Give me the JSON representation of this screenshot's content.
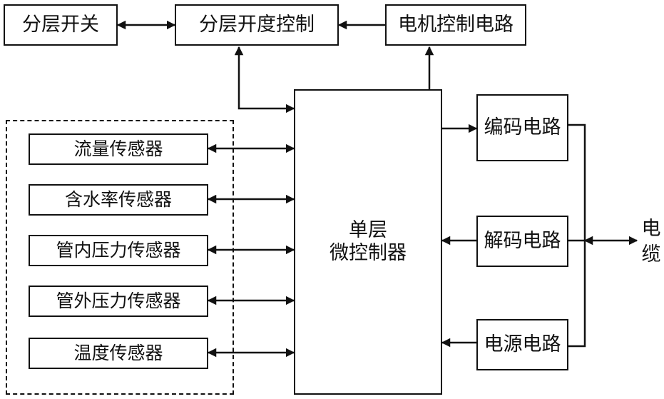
{
  "top": {
    "layer_switch": "分层开关",
    "layer_opening_control": "分层开度控制",
    "motor_control_circuit": "电机控制电路"
  },
  "sensors": {
    "flow": "流量传感器",
    "water_cut": "含水率传感器",
    "inner_pressure": "管内压力传感器",
    "outer_pressure": "管外压力传感器",
    "temperature": "温度传感器"
  },
  "mcu": {
    "line1": "单层",
    "line2": "微控制器"
  },
  "circuits": {
    "encoder": "编码电路",
    "decoder": "解码电路",
    "power": "电源电路"
  },
  "cable": {
    "char1": "电",
    "char2": "缆"
  }
}
